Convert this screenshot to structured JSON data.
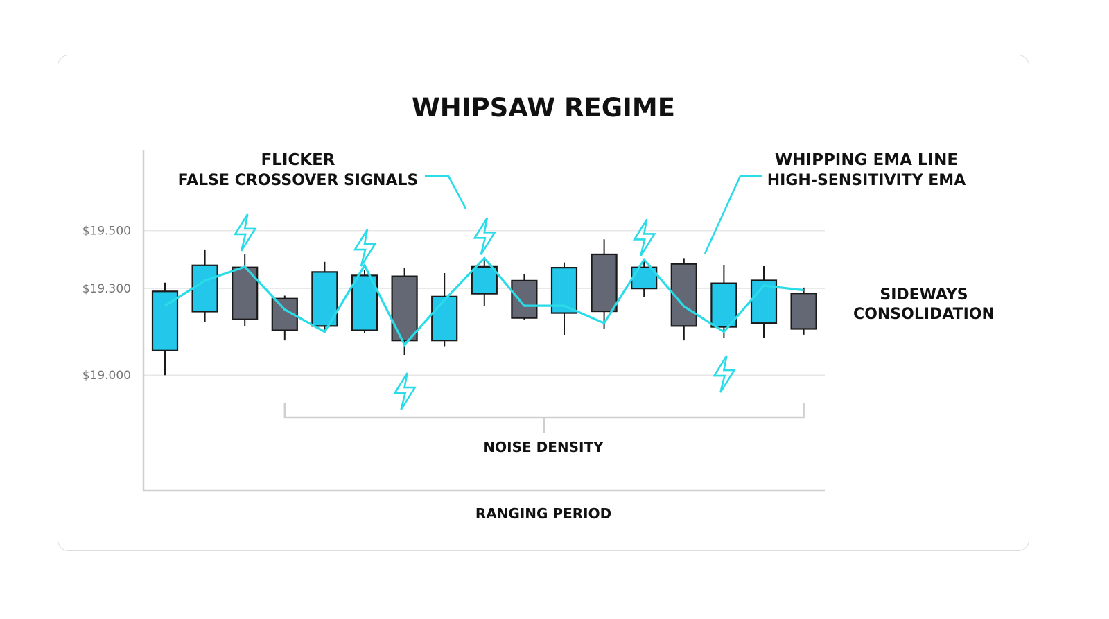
{
  "chart_data": {
    "type": "candlestick",
    "title": "WHIPSAW REGIME",
    "xlabel": "RANGING PERIOD",
    "ylim": [
      18600,
      19780
    ],
    "yticks": [
      {
        "value": 19500,
        "label": "$19.500"
      },
      {
        "value": 19300,
        "label": "$19.300"
      },
      {
        "value": 19000,
        "label": "$19.000"
      }
    ],
    "grid": true,
    "colors": {
      "bull": "#22c7ea",
      "bear": "#636874",
      "ema": "#2adbe8",
      "outline": "#1a1a1a",
      "grid": "#e2e2e2",
      "axis": "#cfcfcf",
      "text": "#111111",
      "tick_text": "#777777"
    },
    "candles": [
      {
        "open": 19085,
        "close": 19290,
        "high": 19320,
        "low": 19000,
        "dir": "up"
      },
      {
        "open": 19220,
        "close": 19380,
        "high": 19435,
        "low": 19185,
        "dir": "up"
      },
      {
        "open": 19373,
        "close": 19193,
        "high": 19418,
        "low": 19170,
        "dir": "down"
      },
      {
        "open": 19265,
        "close": 19155,
        "high": 19275,
        "low": 19120,
        "dir": "down"
      },
      {
        "open": 19170,
        "close": 19357,
        "high": 19392,
        "low": 19155,
        "dir": "up"
      },
      {
        "open": 19155,
        "close": 19345,
        "high": 19365,
        "low": 19145,
        "dir": "up"
      },
      {
        "open": 19342,
        "close": 19120,
        "high": 19370,
        "low": 19070,
        "dir": "down"
      },
      {
        "open": 19120,
        "close": 19272,
        "high": 19353,
        "low": 19100,
        "dir": "up"
      },
      {
        "open": 19282,
        "close": 19375,
        "high": 19405,
        "low": 19240,
        "dir": "up"
      },
      {
        "open": 19327,
        "close": 19198,
        "high": 19350,
        "low": 19190,
        "dir": "down"
      },
      {
        "open": 19215,
        "close": 19372,
        "high": 19390,
        "low": 19138,
        "dir": "up"
      },
      {
        "open": 19418,
        "close": 19221,
        "high": 19470,
        "low": 19160,
        "dir": "down"
      },
      {
        "open": 19300,
        "close": 19373,
        "high": 19400,
        "low": 19270,
        "dir": "up"
      },
      {
        "open": 19385,
        "close": 19170,
        "high": 19405,
        "low": 19120,
        "dir": "down"
      },
      {
        "open": 19167,
        "close": 19318,
        "high": 19380,
        "low": 19130,
        "dir": "up"
      },
      {
        "open": 19180,
        "close": 19328,
        "high": 19377,
        "low": 19130,
        "dir": "up"
      },
      {
        "open": 19283,
        "close": 19160,
        "high": 19303,
        "low": 19140,
        "dir": "down"
      }
    ],
    "ema": {
      "name": "HIGH-SENSITIVITY EMA",
      "values": [
        19240,
        19327,
        19375,
        19227,
        19150,
        19380,
        19105,
        19260,
        19405,
        19240,
        19240,
        19180,
        19400,
        19238,
        19150,
        19310,
        19294
      ]
    },
    "annotations": {
      "flicker_title": "FLICKER",
      "flicker_subtitle": "FALSE CROSSOVER SIGNALS",
      "ema_title": "WHIPPING EMA LINE",
      "ema_subtitle": "HIGH-SENSITIVITY EMA",
      "sideways_line1": "SIDEWAYS",
      "sideways_line2": "CONSOLIDATION",
      "noise_label": "NOISE DENSITY"
    },
    "signal_markers": [
      {
        "candle": 2,
        "position": "above"
      },
      {
        "candle": 5,
        "position": "above"
      },
      {
        "candle": 6,
        "position": "below"
      },
      {
        "candle": 8,
        "position": "above"
      },
      {
        "candle": 12,
        "position": "above"
      },
      {
        "candle": 14,
        "position": "below"
      }
    ],
    "noise_span": {
      "from": 3,
      "to": 16
    }
  }
}
